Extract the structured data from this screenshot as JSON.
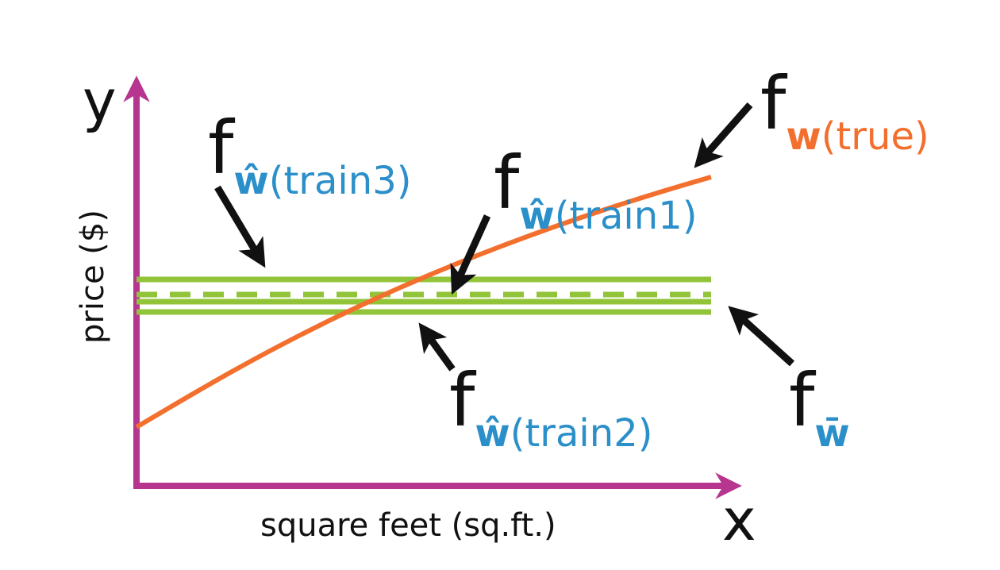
{
  "colors": {
    "axis": "#b5358f",
    "true_curve": "#f36f2e",
    "fit_lines": "#92c43a",
    "label_blue": "#2b8fc9",
    "label_orange": "#f36f2e",
    "arrow": "#111111"
  },
  "axes": {
    "y_letter": "y",
    "x_letter": "x",
    "y_title": "price ($)",
    "x_title": "square feet (sq.ft.)"
  },
  "labels": {
    "f": "f",
    "true_w": "w",
    "true_tag": "(true)",
    "train_w": "ŵ",
    "train3": "(train3)",
    "train1": "(train1)",
    "train2": "(train2)",
    "avg_w": "w̄"
  }
}
